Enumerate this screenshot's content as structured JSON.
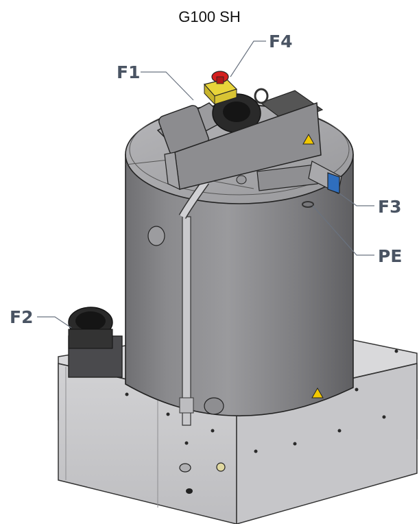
{
  "title": "G100 SH",
  "callouts": {
    "f1": "F1",
    "f2": "F2",
    "f3": "F3",
    "f4": "F4",
    "pe": "PE"
  },
  "colors": {
    "tank_body": "#808083",
    "base": "#c4c4c6",
    "lid": "#a9a9ac",
    "emergency_button": "#d51f1f",
    "button_housing": "#e8d43a",
    "junction_box": "#2f6ebd",
    "label_text": "#4a5463",
    "warning": "#f2c800"
  }
}
